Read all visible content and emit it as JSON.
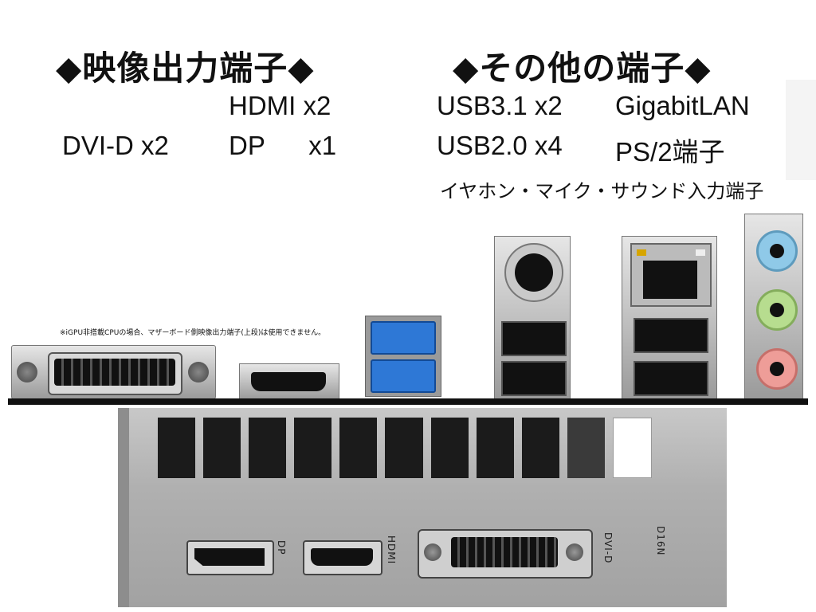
{
  "headings": {
    "video_out": "◆映像出力端子◆",
    "other": "◆その他の端子◆"
  },
  "video_specs": {
    "hdmi": "HDMI x2",
    "dvi": "DVI-D  x2",
    "dp": "DP      x1"
  },
  "other_specs": {
    "usb31": "USB3.1 x2",
    "lan": "GigabitLAN",
    "usb20": "USB2.0 x4",
    "ps2": "PS/2端子",
    "audio": "イヤホン・マイク・サウンド入力端子"
  },
  "note": "※iGPU非搭載CPUの場合、マザーボード側映像出力端子(上段)は使用できません。",
  "bracket_labels": {
    "dp": "DP",
    "hdmi": "HDMI",
    "dvi": "DVI-D",
    "ocv": "D16N"
  },
  "colors": {
    "usb3_blue": "#2e78d6",
    "audio_blue": "#8fc9e8",
    "audio_green": "#b7dd8f",
    "audio_pink": "#ee9d98"
  }
}
